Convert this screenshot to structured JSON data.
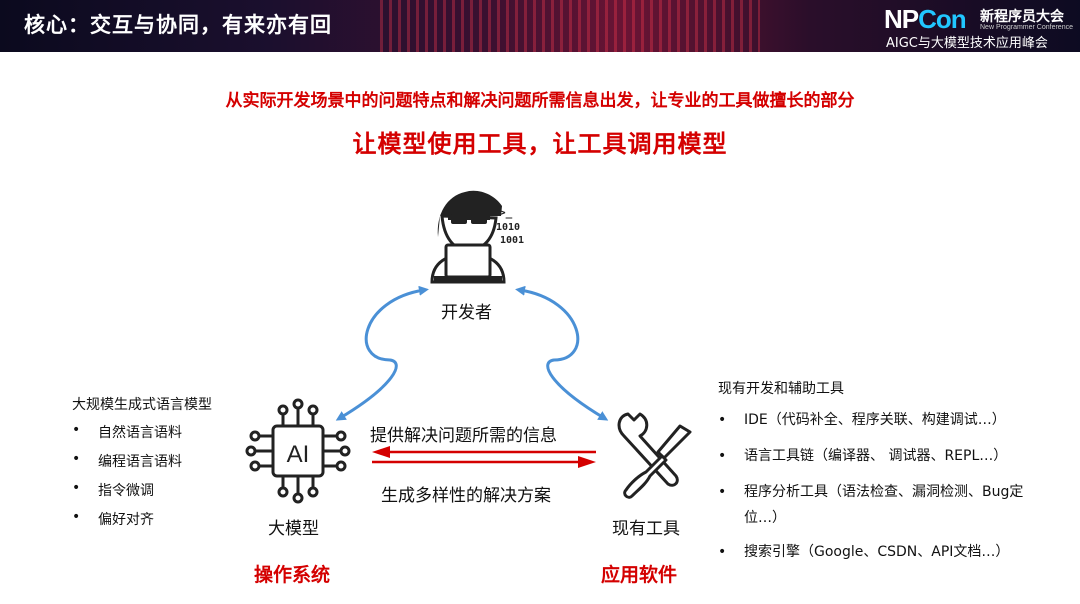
{
  "header": {
    "title": "核心：交互与协同，有来亦有回",
    "logo": {
      "mark_np": "NP",
      "mark_con": "Con",
      "name_cn": "新程序员大会",
      "name_en": "New Programmer Conference",
      "sub": "AIGC与大模型技术应用峰会"
    }
  },
  "subtitle": "从实际开发场景中的问题特点和解决问题所需信息出发，让专业的工具做擅长的部分",
  "headline": "让模型使用工具，让工具调用模型",
  "developer": {
    "label": "开发者",
    "screen_text_1": ">_",
    "screen_text_2": "1010",
    "screen_text_3": "1001"
  },
  "model": {
    "chip_text": "AI",
    "label": "大模型",
    "role": "操作系统",
    "list_title": "大规模生成式语言模型",
    "items": [
      "自然语言语料",
      "编程语言语料",
      "指令微调",
      "偏好对齐"
    ]
  },
  "tools": {
    "label": "现有工具",
    "role": "应用软件",
    "list_title": "现有开发和辅助工具",
    "items": [
      "IDE（代码补全、程序关联、构建调试…）",
      "语言工具链（编译器、 调试器、REPL…）",
      "程序分析工具（语法检查、漏洞检测、Bug定位…）",
      "搜索引擎（Google、CSDN、API文档…）"
    ]
  },
  "arrows": {
    "to_model_text": "提供解决问题所需的信息",
    "to_tools_text": "生成多样性的解决方案"
  },
  "colors": {
    "accent_red": "#d40000",
    "arrow_blue": "#4a90d6",
    "arrow_red": "#d40000"
  }
}
